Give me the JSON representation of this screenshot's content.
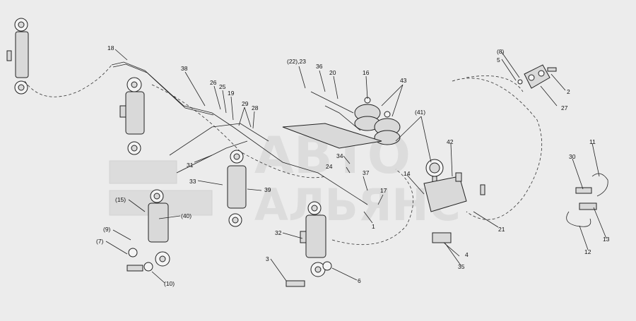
{
  "watermark": {
    "line1": "АВТО",
    "line2": "АЛЬЯНС"
  },
  "callouts": [
    "18",
    "38",
    "26",
    "25",
    "19",
    "29",
    "28",
    "31",
    "33",
    "(15)",
    "(40)",
    "(9)",
    "(7)",
    "(10)",
    "39",
    "(22),23",
    "36",
    "20",
    "16",
    "43",
    "(41)",
    "34",
    "24",
    "37",
    "17",
    "1",
    "32",
    "3",
    "6",
    "(8)",
    "5",
    "2",
    "27",
    "42",
    "14",
    "21",
    "4",
    "35",
    "30",
    "11",
    "13",
    "12"
  ]
}
